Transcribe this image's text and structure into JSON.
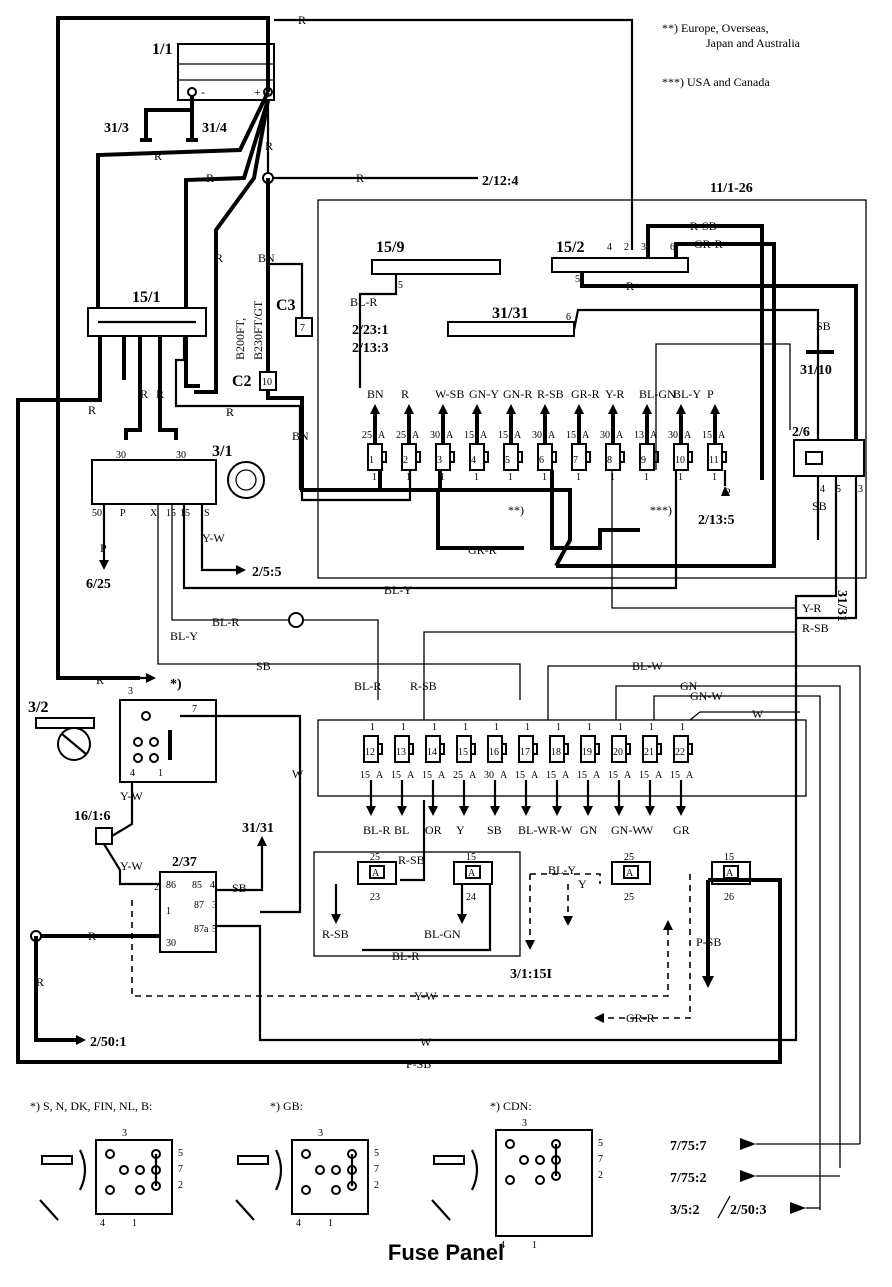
{
  "title": "Fuse Panel",
  "notes": {
    "n2": "**) Europe, Overseas,",
    "n2b": "Japan and Australia",
    "n3": "***) USA and Canada"
  },
  "components": {
    "battery": "1/1",
    "g31_3": "31/3",
    "g31_4": "31/4",
    "conn_2_12_4": "2/12:4",
    "conn_11_1_26": "11/1-26",
    "fuse15_9": "15/9",
    "fuse15_2": "15/2",
    "fuse15_1": "15/1",
    "g31_31_top": "31/31",
    "conn_2_23_1": "2/23:1",
    "conn_2_13_3": "2/13:3",
    "c3": "C3",
    "c2": "C2",
    "c2_num": "10",
    "c3_num": "7",
    "b200": "B200FT,",
    "b230": "B230FT/GT",
    "ign": "3/1",
    "g31_10": "31/10",
    "relay2_6": "2/6",
    "conn_2_13_5": "2/13:5",
    "conn_2_5_5": "2/5:5",
    "conn_6_25": "6/25",
    "g31_31_v": "31/31",
    "sw3_2": "3/2",
    "star": "*)",
    "c16_1_6": "16/1:6",
    "relay2_37": "2/37",
    "g31_31_mid": "31/31",
    "conn_2_50_1": "2/50:1",
    "conn_3_1_15i": "3/1:15I",
    "conn_7_75_7": "7/75:7",
    "conn_7_75_2": "7/75:2",
    "conn_3_5_2": "3/5:2",
    "conn_2_50_3": "2/50:3"
  },
  "wires": {
    "R": "R",
    "BN": "BN",
    "BLR": "BL-R",
    "SB": "SB",
    "RSB": "R-SB",
    "GRR": "GR-R",
    "WSB": "W-SB",
    "GNY": "GN-Y",
    "GNR": "GN-R",
    "YR": "Y-R",
    "BLGN": "BL-GN",
    "BLY": "BL-Y",
    "P": "P",
    "YW": "Y-W",
    "BLW": "BL-W",
    "GN": "GN",
    "GNW": "GN-W",
    "W": "W",
    "BL": "BL",
    "OR": "OR",
    "Y": "Y",
    "GR": "GR",
    "PSB": "P-SB"
  },
  "top_fuses": [
    {
      "n": "1",
      "a": "25"
    },
    {
      "n": "2",
      "a": "25"
    },
    {
      "n": "3",
      "a": "30"
    },
    {
      "n": "4",
      "a": "15"
    },
    {
      "n": "5",
      "a": "15"
    },
    {
      "n": "6",
      "a": "30"
    },
    {
      "n": "7",
      "a": "15"
    },
    {
      "n": "8",
      "a": "30"
    },
    {
      "n": "9",
      "a": "13"
    },
    {
      "n": "10",
      "a": "30"
    },
    {
      "n": "11",
      "a": "15"
    }
  ],
  "bottom_fuses": [
    {
      "n": "12",
      "a": "15"
    },
    {
      "n": "13",
      "a": "15"
    },
    {
      "n": "14",
      "a": "15"
    },
    {
      "n": "15",
      "a": "25"
    },
    {
      "n": "16",
      "a": "30"
    },
    {
      "n": "17",
      "a": "15"
    },
    {
      "n": "18",
      "a": "15"
    },
    {
      "n": "19",
      "a": "15"
    },
    {
      "n": "20",
      "a": "15"
    },
    {
      "n": "21",
      "a": "15"
    },
    {
      "n": "22",
      "a": "15"
    }
  ],
  "relay_fuses": [
    {
      "n": "23",
      "a": "25"
    },
    {
      "n": "24",
      "a": "15"
    },
    {
      "n": "25",
      "a": "25"
    },
    {
      "n": "26",
      "a": "15"
    }
  ],
  "insets": [
    {
      "label": "*) S, N, DK, FIN, NL, B:"
    },
    {
      "label": "*) GB:"
    },
    {
      "label": "*) CDN:"
    }
  ],
  "unit_A": "A"
}
